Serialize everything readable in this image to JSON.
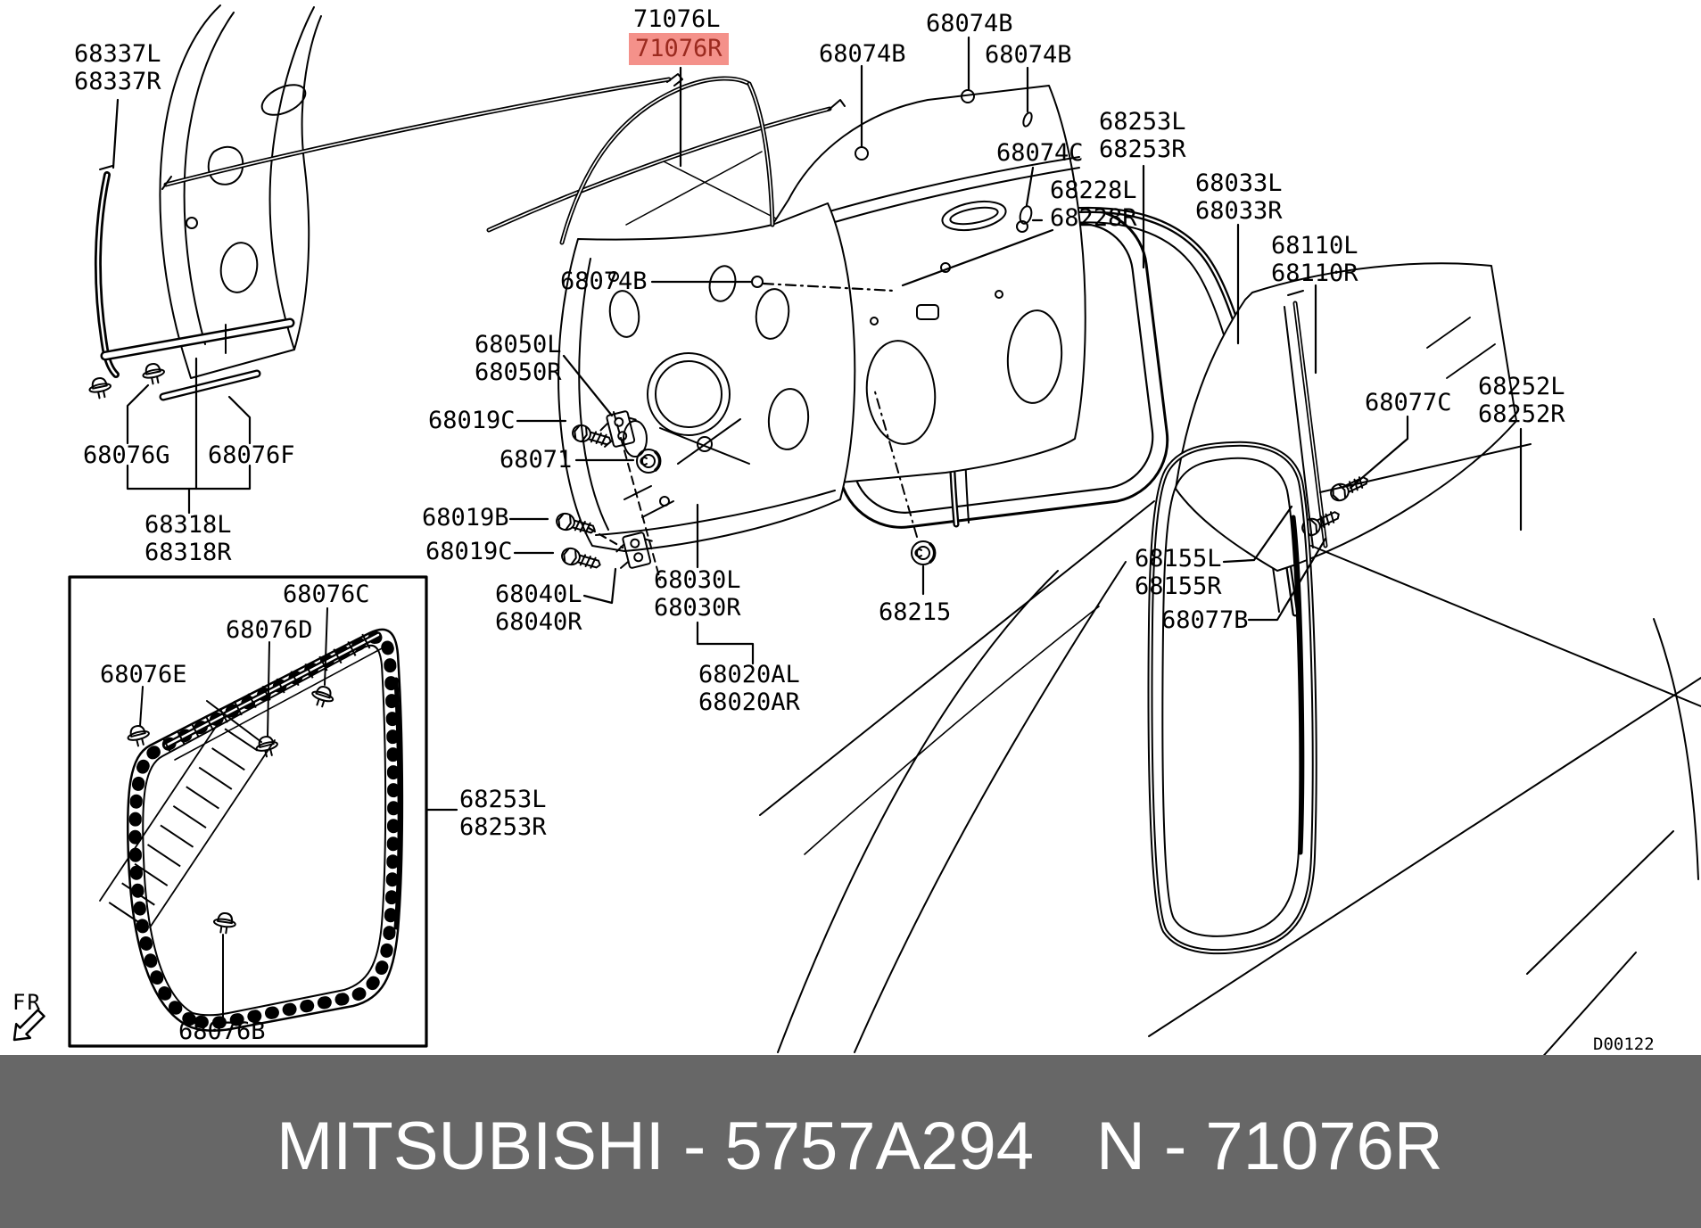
{
  "labels": {
    "68337": "68337L\n68337R",
    "71076L": "71076L",
    "71076R": "71076R",
    "68074B_top": "68074B",
    "68074B_left": "68074B",
    "68074B_right": "68074B",
    "68074B_mid": "68074B",
    "68074C": "68074C",
    "68228": "68228L\n68228R",
    "68253_top": "68253L\n68253R",
    "68033": "68033L\n68033R",
    "68110": "68110L\n68110R",
    "68077C": "68077C",
    "68252": "68252L\n68252R",
    "68155": "68155L\n68155R",
    "68077B": "68077B",
    "68215": "68215",
    "68030": "68030L\n68030R",
    "68020A": "68020AL\n68020AR",
    "68050": "68050L\n68050R",
    "68019C_1": "68019C",
    "68071": "68071",
    "68019B": "68019B",
    "68019C_2": "68019C",
    "68040": "68040L\n68040R",
    "68253_box": "68253L\n68253R",
    "68076G": "68076G",
    "68076F": "68076F",
    "68318": "68318L\n68318R",
    "68076C": "68076C",
    "68076D": "68076D",
    "68076E": "68076E",
    "68076B": "68076B"
  },
  "highlight": {
    "part": "71076R",
    "background": "#F4918A",
    "text_color": "#9B2A1F"
  },
  "orientation_label": "FR",
  "diagram_code": "D00122",
  "footer": {
    "left": "MITSUBISHI - 5757A294",
    "right": "N - 71076R",
    "background": "#676767",
    "text_color": "#FFFFFF"
  }
}
